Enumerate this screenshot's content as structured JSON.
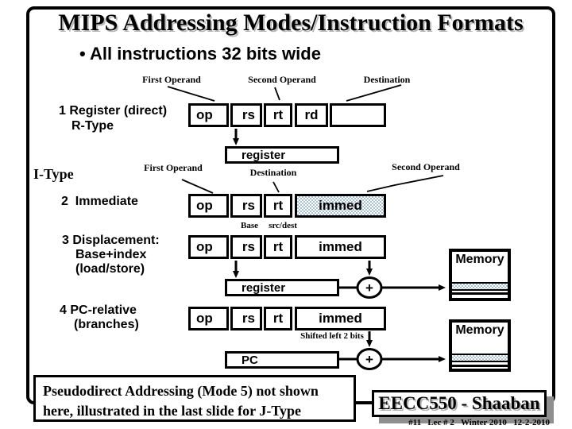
{
  "title": "MIPS Addressing Modes/Instruction Formats",
  "bullet": "• All instructions 32 bits wide",
  "i_type": "I-Type",
  "operand_labels": {
    "r1_first": "First Operand",
    "r1_second": "Second Operand",
    "r1_dest": "Destination",
    "r2_first": "First Operand",
    "r2_dest": "Destination",
    "r2_second": "Second Operand",
    "base": "Base",
    "src_dest": "src/dest",
    "shifted": "Shifted left 2 bits"
  },
  "modes": {
    "m1": {
      "title": "1 Register (direct)",
      "sub": "R-Type",
      "fields": [
        "op",
        "rs",
        "rt",
        "rd",
        ""
      ]
    },
    "m2": {
      "title": "2  Immediate",
      "fields": [
        "op",
        "rs",
        "rt",
        "immed"
      ]
    },
    "m3": {
      "title": "3 Displacement:",
      "sub": "Base+index",
      "sub2": "(load/store)",
      "fields": [
        "op",
        "rs",
        "rt",
        "immed"
      ]
    },
    "m4": {
      "title": "4 PC-relative",
      "sub": "(branches)",
      "fields": [
        "op",
        "rs",
        "rt",
        "immed"
      ]
    }
  },
  "datapath": {
    "register1": "register",
    "register3": "register",
    "pc": "PC",
    "memory1": "Memory",
    "memory2": "Memory"
  },
  "icons": {
    "adder_plus": "+"
  },
  "note": {
    "line1": "Pseudodirect Addressing (Mode 5) not shown",
    "line2": "here, illustrated in the last slide for J-Type"
  },
  "footer": {
    "course": "EECC550 - Shaaban",
    "info": "#11   Lec # 2   Winter 2010   12-2-2010"
  },
  "colors": {
    "shade": "#a9c3d4",
    "border": "#000000",
    "shadow_gray": "#8f8f8f"
  }
}
